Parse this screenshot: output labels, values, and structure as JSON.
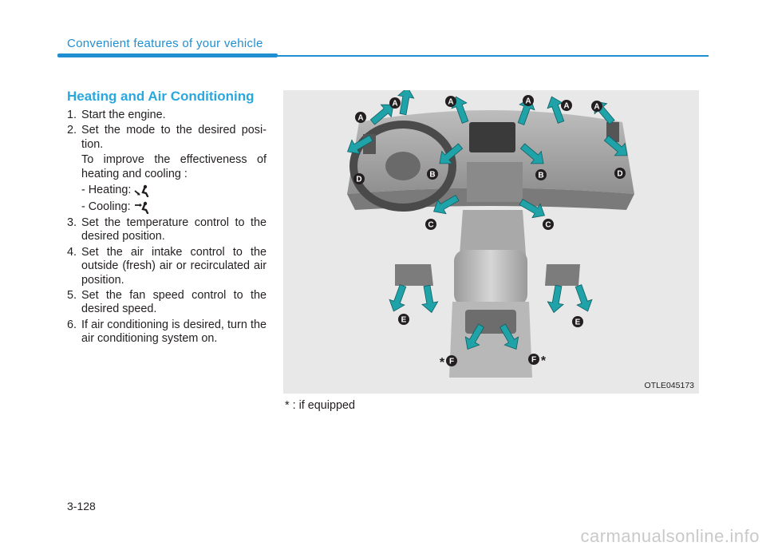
{
  "header": {
    "title": "Convenient features of your vehicle"
  },
  "section": {
    "title": "Heating and Air Conditioning"
  },
  "steps": [
    {
      "num": "1.",
      "text": "Start the engine."
    },
    {
      "num": "2.",
      "text": "Set the mode to the desired posi-tion."
    },
    {
      "num": "3.",
      "text": "Set the temperature control to the desired position."
    },
    {
      "num": "4.",
      "text": "Set the air intake control to the outside (fresh) air or recirculated air position."
    },
    {
      "num": "5.",
      "text": "Set the fan speed control to the desired speed."
    },
    {
      "num": "6.",
      "text": "If air conditioning is desired, turn the air conditioning system on."
    }
  ],
  "note": {
    "text": "To improve the effectiveness of heating and cooling :"
  },
  "modes": {
    "heating": "- Heating:",
    "cooling": "- Cooling:"
  },
  "figure": {
    "code": "OTLE045173",
    "vent_labels": {
      "a": "A",
      "b": "B",
      "c": "C",
      "d": "D",
      "e": "E",
      "f": "F"
    },
    "asterisk": "*",
    "colors": {
      "arrow": "#1fa3a8",
      "label_bg": "#231f20",
      "background": "#e8e8e8"
    }
  },
  "footnote": "* : if equipped",
  "page_number": "3-128",
  "watermark": "carmanualsonline.info"
}
